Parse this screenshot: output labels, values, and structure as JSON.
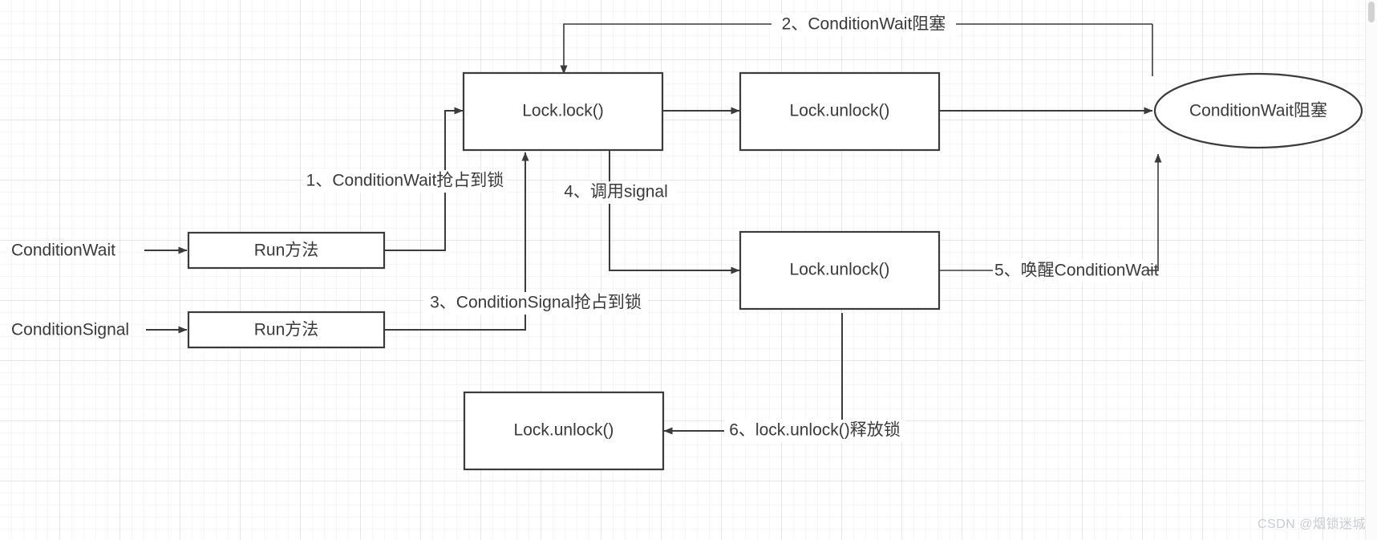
{
  "diagram": {
    "title": "Lock Condition Wait/Signal Flow",
    "stroke_color": "#3b3b3b",
    "fill_color": "#ffffff",
    "text_color": "#3a3a3a",
    "grid_color": "#bec6ce",
    "actors": [
      {
        "id": "actor-conditionwait",
        "label": "ConditionWait"
      },
      {
        "id": "actor-conditionsignal",
        "label": "ConditionSignal"
      }
    ],
    "nodes": [
      {
        "id": "node-run-wait",
        "label": "Run方法",
        "shape": "rect"
      },
      {
        "id": "node-run-signal",
        "label": "Run方法",
        "shape": "rect"
      },
      {
        "id": "node-lock-lock",
        "label": "Lock.lock()",
        "shape": "rect"
      },
      {
        "id": "node-lock-unlock-top",
        "label": "Lock.unlock()",
        "shape": "rect"
      },
      {
        "id": "node-lock-unlock-mid",
        "label": "Lock.unlock()",
        "shape": "rect"
      },
      {
        "id": "node-lock-unlock-bottom",
        "label": "Lock.unlock()",
        "shape": "rect"
      },
      {
        "id": "node-condition-wait-blocked",
        "label": "ConditionWait阻塞",
        "shape": "ellipse"
      }
    ],
    "edge_labels": [
      {
        "id": "edge-label-1",
        "text": "1、ConditionWait抢占到锁"
      },
      {
        "id": "edge-label-2",
        "text": "2、ConditionWait阻塞"
      },
      {
        "id": "edge-label-3",
        "text": "3、ConditionSignal抢占到锁"
      },
      {
        "id": "edge-label-4",
        "text": "4、调用signal"
      },
      {
        "id": "edge-label-5",
        "text": "5、唤醒ConditionWait"
      },
      {
        "id": "edge-label-6",
        "text": "6、lock.unlock()释放锁"
      }
    ]
  },
  "watermark": {
    "text": "CSDN @烟锁迷城"
  }
}
